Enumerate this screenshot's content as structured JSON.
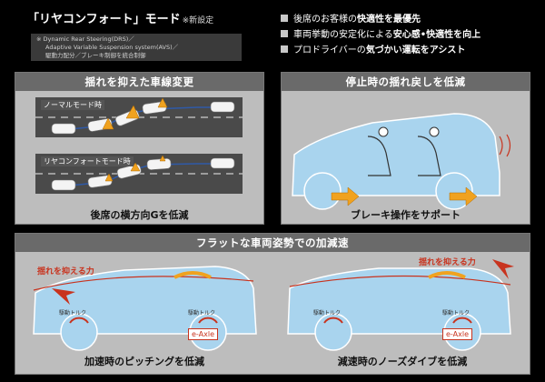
{
  "header": {
    "title": "「リヤコンフォート」モード",
    "title_suffix": "※新設定",
    "note_lines": [
      "※ Dynamic Rear Steering(DRS)／",
      "Adaptive Variable Suspension system(AVS)／",
      "駆動力配分／ブレーキ制御を統合制御"
    ]
  },
  "points": [
    {
      "pre": "後席のお客様の",
      "bold": "快適性を最優先",
      "post": ""
    },
    {
      "pre": "車両挙動の安定化による",
      "bold": "安心感•快適性を向上",
      "post": ""
    },
    {
      "pre": "プロドライバーの",
      "bold": "気づかい運転をアシスト",
      "post": ""
    }
  ],
  "panels": {
    "lane_change": {
      "title": "揺れを抑えた車線変更",
      "normal_label": "ノーマルモード時",
      "comfort_label": "リヤコンフォートモード時",
      "caption": "後席の横方向Gを低減"
    },
    "stop": {
      "title": "停止時の揺れ戻しを低減",
      "caption": "ブレーキ操作をサポート"
    },
    "flat": {
      "title": "フラットな車両姿勢での加減速",
      "left_force": "揺れを抑える力",
      "right_force": "揺れを抑える力",
      "torque_labels": [
        "駆動トルク",
        "駆動トルク",
        "駆動トルク",
        "駆動トルク"
      ],
      "eaxle_left": "e-Axle",
      "eaxle_right": "e-Axle",
      "caption_left": "加速時のピッチングを低減",
      "caption_right": "減速時のノーズダイブを低減"
    }
  },
  "colors": {
    "car_body": "#a9d4ee",
    "arrow_orange": "#f0a21f",
    "force_red": "#c8331e",
    "panel_bg": "#bdbdbd",
    "panel_title": "#6a6a6a"
  }
}
